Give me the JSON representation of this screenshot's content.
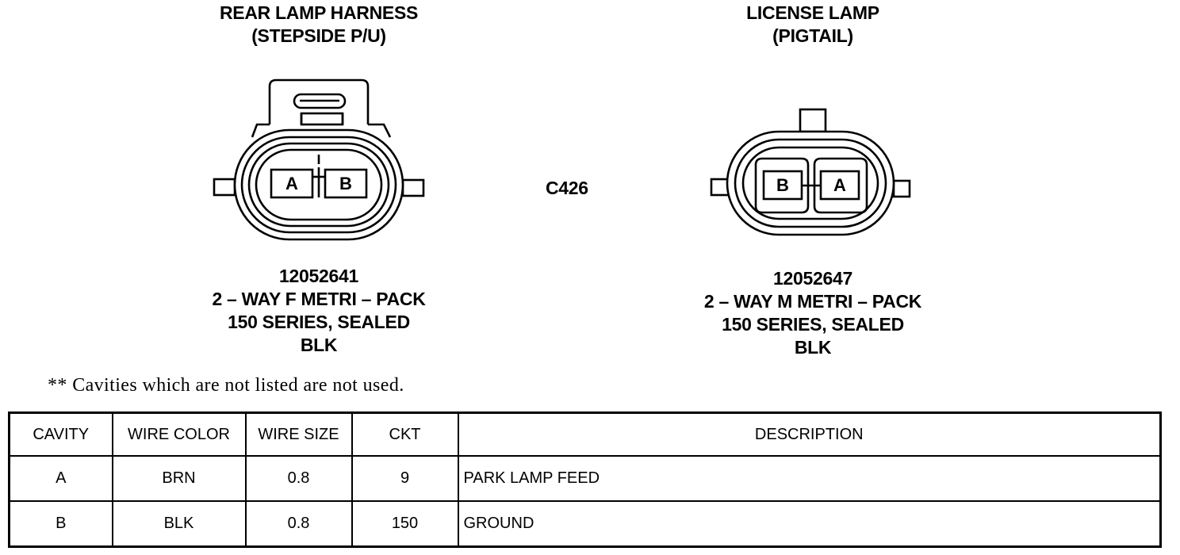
{
  "left_connector": {
    "title_lines": [
      "REAR LAMP HARNESS",
      "(STEPSIDE P/U)"
    ],
    "cavities": [
      "A",
      "B"
    ],
    "spec_lines": [
      "12052641",
      "2 – WAY F METRI – PACK",
      "150 SERIES, SEALED",
      "BLK"
    ]
  },
  "right_connector": {
    "title_lines": [
      "LICENSE LAMP",
      "(PIGTAIL)"
    ],
    "cavities": [
      "B",
      "A"
    ],
    "spec_lines": [
      "12052647",
      "2 – WAY M METRI – PACK",
      "150 SERIES, SEALED",
      "BLK"
    ]
  },
  "connector_id": "C426",
  "note": "** Cavities which are not listed are not used.",
  "table": {
    "headers": [
      "CAVITY",
      "WIRE COLOR",
      "WIRE SIZE",
      "CKT",
      "DESCRIPTION"
    ],
    "rows": [
      [
        "A",
        "BRN",
        "0.8",
        "9",
        "PARK LAMP FEED"
      ],
      [
        "B",
        "BLK",
        "0.8",
        "150",
        "GROUND"
      ]
    ]
  }
}
